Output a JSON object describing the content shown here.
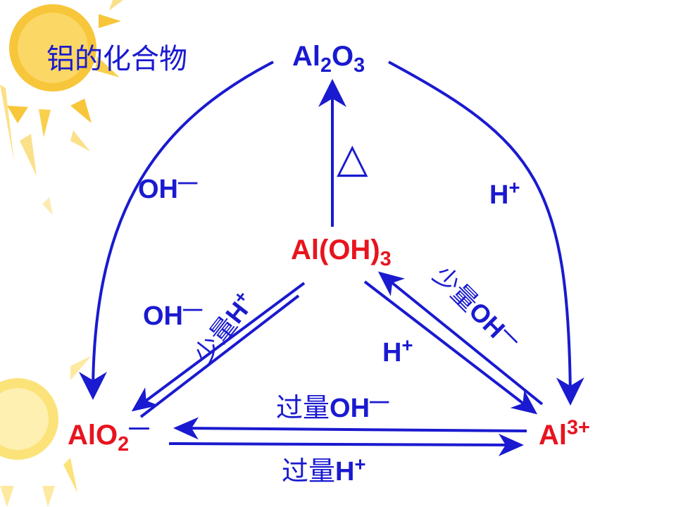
{
  "title": "铝的化合物",
  "colors": {
    "arrow": "#1a1ad0",
    "text_blue": "#1a1ad0",
    "text_red": "#e8141e",
    "sun": "#f7c63a"
  },
  "nodes": {
    "al2o3": {
      "base": "Al",
      "sub1": "2",
      "mid": "O",
      "sub2": "3"
    },
    "aloh3": {
      "base": "Al(OH)",
      "sub": "3"
    },
    "alo2": {
      "base": "AlO",
      "sub": "2",
      "sup": "—"
    },
    "al3": {
      "base": "Al",
      "sup": "3+"
    }
  },
  "edges": {
    "al2o3_to_alo2": {
      "base": "OH",
      "sup": "—"
    },
    "al2o3_to_al3": {
      "base": "H",
      "sup": "+"
    },
    "aloh3_to_al2o3": {
      "symbol": "△"
    },
    "aloh3_to_alo2": {
      "base": "OH",
      "sup": "—"
    },
    "alo2_to_aloh3": {
      "prefix": "少量",
      "base": "H",
      "sup": "+"
    },
    "aloh3_to_al3": {
      "base": "H",
      "sup": "+"
    },
    "al3_to_aloh3": {
      "prefix": "少量",
      "base": "OH",
      "sup": "—"
    },
    "al3_to_alo2": {
      "prefix": "过量",
      "base": "OH",
      "sup": "—"
    },
    "alo2_to_al3": {
      "prefix": "过量",
      "base": "H",
      "sup": "+"
    }
  }
}
